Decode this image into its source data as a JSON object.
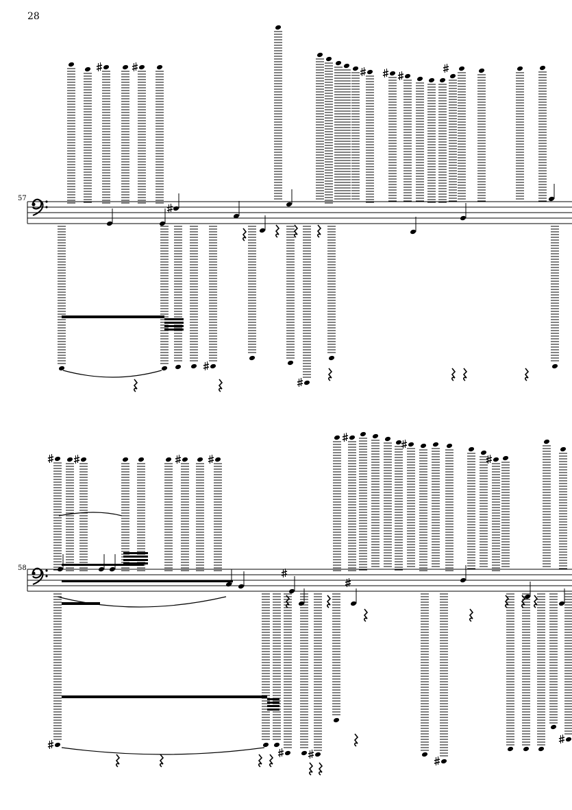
{
  "page": {
    "number": "28"
  },
  "systems": [
    {
      "measure_number": "57",
      "clef": "bass-clef"
    },
    {
      "measure_number": "58",
      "clef": "bass-clef"
    }
  ],
  "colors": {
    "ink": "#000000",
    "paper": "#ffffff"
  }
}
